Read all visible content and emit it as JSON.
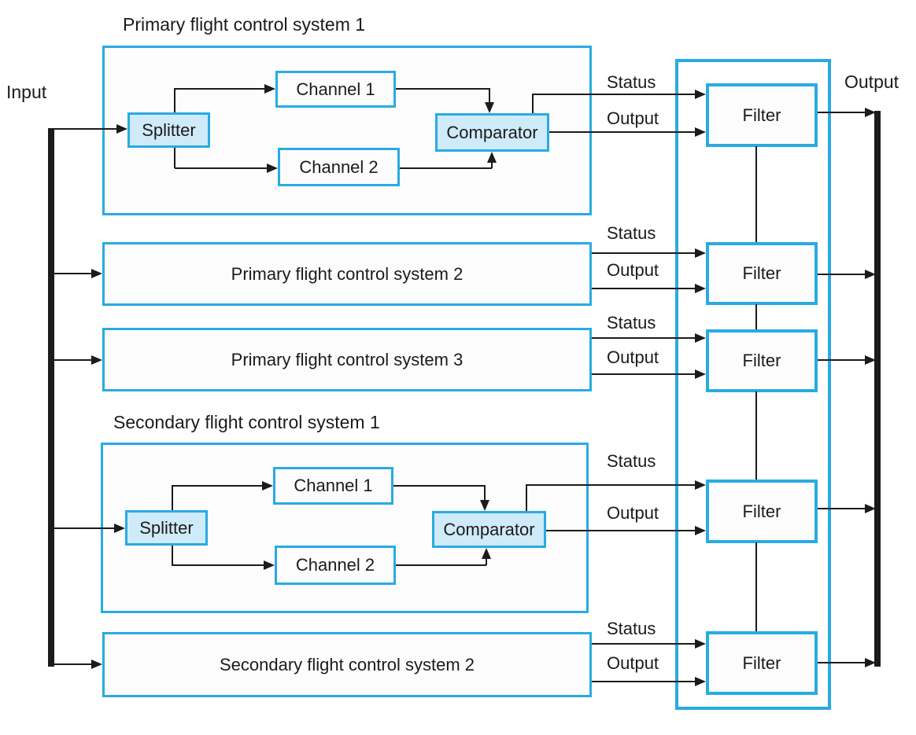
{
  "diagram": {
    "input_label": "Input",
    "output_label": "Output"
  },
  "systems": [
    {
      "name": "Primary flight control system 1",
      "detailed": true,
      "blocks": {
        "splitter": "Splitter",
        "channel_1": "Channel 1",
        "channel_2": "Channel 2",
        "comparator": "Comparator"
      }
    },
    {
      "name": "Primary flight control system 2"
    },
    {
      "name": "Primary flight control system 3"
    },
    {
      "name": "Secondary flight control system 1",
      "detailed": true,
      "blocks": {
        "splitter": "Splitter",
        "channel_1": "Channel 1",
        "channel_2": "Channel 2",
        "comparator": "Comparator"
      }
    },
    {
      "name": "Secondary flight control system 2"
    }
  ],
  "connections": [
    {
      "status": "Status",
      "output": "Output"
    },
    {
      "status": "Status",
      "output": "Output"
    },
    {
      "status": "Status",
      "output": "Output"
    },
    {
      "status": "Status",
      "output": "Output"
    },
    {
      "status": "Status",
      "output": "Output"
    }
  ],
  "filters": [
    {
      "label": "Filter"
    },
    {
      "label": "Filter"
    },
    {
      "label": "Filter"
    },
    {
      "label": "Filter"
    },
    {
      "label": "Filter"
    }
  ],
  "colors": {
    "accent": "#29abe2",
    "blockfill": "#cfeaf8",
    "ink": "#1b1b1b",
    "boxfill": "#fcfcfd"
  }
}
